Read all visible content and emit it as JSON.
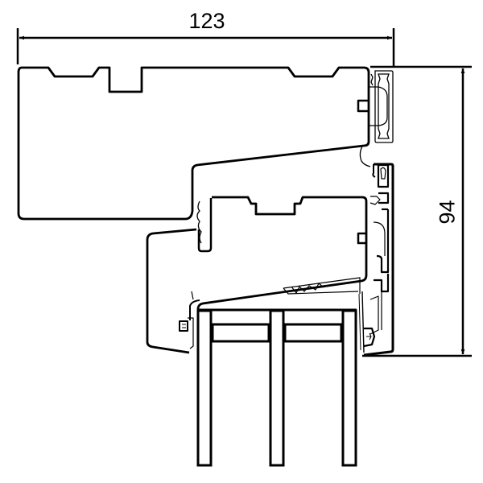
{
  "drawing": {
    "type": "technical cross-section drawing",
    "subject": "window frame and sash profile with triple glazing",
    "line_color": "#000000",
    "background_color": "#ffffff"
  },
  "dimensions": {
    "width": {
      "value": "123",
      "orientation": "horizontal"
    },
    "height": {
      "value": "94",
      "orientation": "vertical"
    }
  },
  "components": [
    {
      "id": "outer-frame",
      "label": "outer frame profile"
    },
    {
      "id": "sash",
      "label": "sash profile"
    },
    {
      "id": "glazing",
      "label": "triple glazing unit",
      "panes": 3
    },
    {
      "id": "cladding",
      "label": "exterior aluminium cladding"
    }
  ]
}
